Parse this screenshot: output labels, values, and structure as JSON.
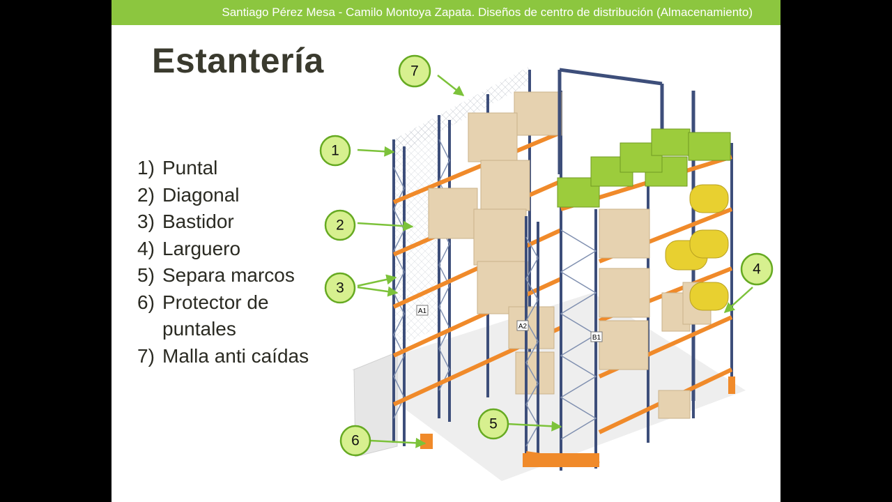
{
  "header": {
    "text": "Santiago Pérez Mesa - Camilo Montoya  Zapata. Diseños de centro de distribución (Almacenamiento)"
  },
  "title": "Estantería",
  "parts": [
    {
      "num": "1)",
      "label": "Puntal"
    },
    {
      "num": "2)",
      "label": "Diagonal"
    },
    {
      "num": "3)",
      "label": "Bastidor"
    },
    {
      "num": "4)",
      "label": "Larguero"
    },
    {
      "num": "5)",
      "label": "Separa marcos"
    },
    {
      "num": "6)",
      "label": "Protector de puntales"
    },
    {
      "num": "7)",
      "label": "Malla anti caídas"
    }
  ],
  "callouts": [
    "1",
    "2",
    "3",
    "4",
    "5",
    "6",
    "7"
  ],
  "rack_labels": [
    "A1",
    "A2",
    "B1"
  ],
  "colors": {
    "accent": "#8cc63f",
    "beam": "#f08a2a",
    "upright": "#3d4e7a",
    "callout_fill": "#d7f08f",
    "box": "#e6d2b0",
    "green_container": "#9ccc3c",
    "drum": "#e8d030"
  }
}
